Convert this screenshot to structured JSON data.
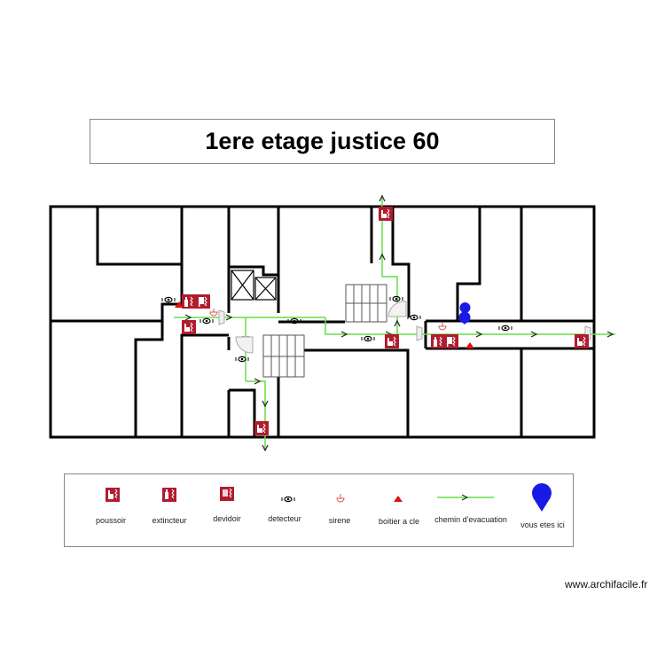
{
  "title": "1ere etage justice 60",
  "legend": {
    "items": [
      {
        "icon": "poussoir-icon",
        "label": "poussoir"
      },
      {
        "icon": "extincteur-icon",
        "label": "extincteur"
      },
      {
        "icon": "devidoir-icon",
        "label": "devidoir"
      },
      {
        "icon": "detecteur-icon",
        "label": "detecteur"
      },
      {
        "icon": "sirene-icon",
        "label": "sirene"
      },
      {
        "icon": "boitier-a-cle-icon",
        "label": "boitier a cle"
      },
      {
        "icon": "evacuation-path-icon",
        "label": "chemin d'evacuation"
      },
      {
        "icon": "you-are-here-icon",
        "label": "vous etes ici"
      }
    ]
  },
  "credit": "www.archifacile.fr",
  "colors": {
    "walls": "#000000",
    "safety_red": "#b01c2e",
    "evacuation_green": "#66dd44",
    "marker_blue": "#1a1ae6",
    "key_box_red": "#dd1111"
  }
}
